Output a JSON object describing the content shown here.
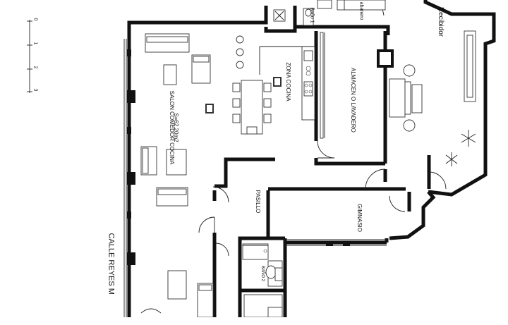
{
  "scale": {
    "ticks": [
      "0",
      "1",
      "2",
      "3"
    ]
  },
  "rooms": {
    "living": "SALON COMEDOR COCINA",
    "living_area": "S=62,20m2",
    "kitchen": "ZONA COCINA",
    "storage": "ALMACEN O LAVADERO",
    "hall": "PASILLO",
    "gym": "GIMNASIO",
    "foyer": "Recibidor",
    "bath1": "Baño 1",
    "bath1_partial": "abanero",
    "bath2": "BAÑO 2"
  },
  "street": "CALLE REYES M",
  "colors": {
    "wall": "#111111",
    "background": "#ffffff"
  }
}
